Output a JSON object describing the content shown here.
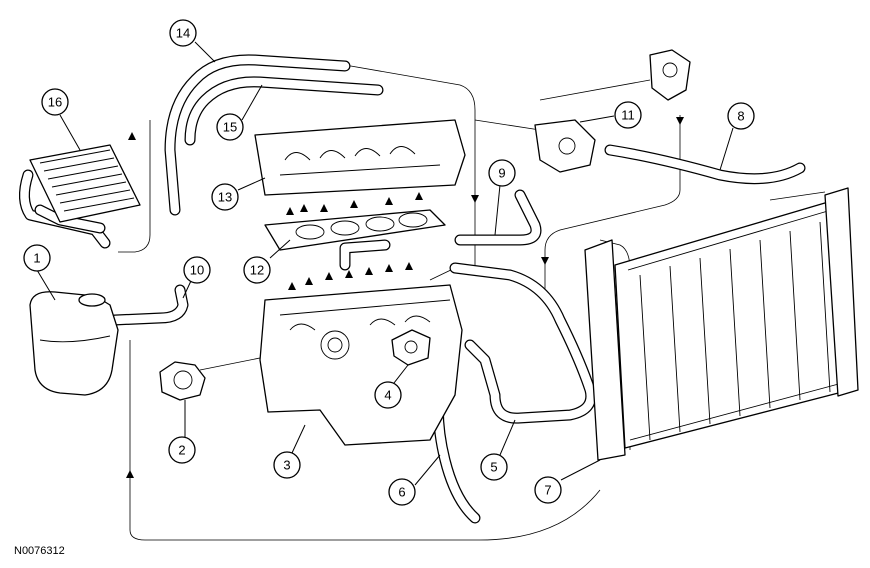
{
  "figure_id": "N0076312",
  "callouts": [
    {
      "num": "1"
    },
    {
      "num": "2"
    },
    {
      "num": "3"
    },
    {
      "num": "4"
    },
    {
      "num": "5"
    },
    {
      "num": "6"
    },
    {
      "num": "7"
    },
    {
      "num": "8"
    },
    {
      "num": "9"
    },
    {
      "num": "10"
    },
    {
      "num": "11"
    },
    {
      "num": "12"
    },
    {
      "num": "13"
    },
    {
      "num": "14"
    },
    {
      "num": "15"
    },
    {
      "num": "16"
    }
  ]
}
